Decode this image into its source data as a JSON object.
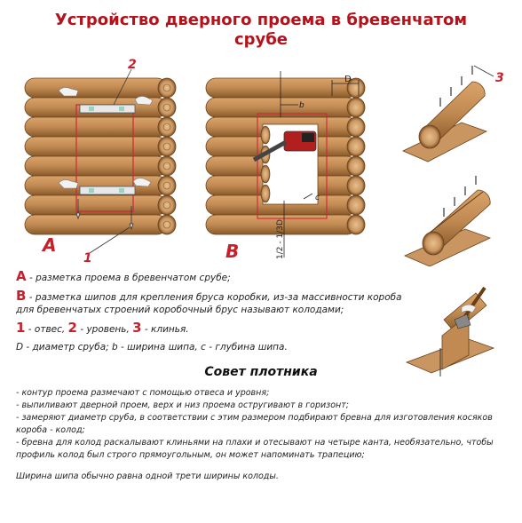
{
  "title": {
    "line1": "Устройство дверного проема в бревенчатом",
    "line2": "срубе"
  },
  "figure_labels": {
    "A": "A",
    "B": "B",
    "n1": "1",
    "n2": "2",
    "n3": "3",
    "D": "D",
    "b": "b",
    "c": "c",
    "dim": "1/2 - 1/3D"
  },
  "legend": {
    "a_letter": "A",
    "a_text": " - разметка проема в бревенчатом срубе;",
    "b_letter": "B",
    "b_text": " - разметка шипов для крепления бруса коробки, из-за массивности короба для бревенчатых строений коробочный брус называют колодами;",
    "n1": "1",
    "n1_text": " - отвес, ",
    "n2": "2",
    "n2_text": " - уровень, ",
    "n3": "3",
    "n3_text": " - клинья.",
    "dims": "D - диаметр сруба;  b - ширина шипа, c - глубина шипа."
  },
  "advice_title": "Совет плотника",
  "advice_items": [
    "- контур проема размечают с помощью отвеса и уровня;",
    "- выпиливают дверной проем, верх и низ проема остругивают в горизонт;",
    "- замеряют диаметр сруба, в соответствии с этим размером подбирают бревна для изготовления косяков короба - колод;",
    "- бревна для колод раскалывают клиньями на плахи и отесывают на четыре канта, необязательно, чтобы профиль колод был строго прямоугольным, он может напоминать трапецию;"
  ],
  "advice_note": "Ширина шипа обычно равна одной трети ширины колоды.",
  "colors": {
    "title_red": "#b5121b",
    "log_fill": "#c08a52",
    "log_dark": "#8a5a2b",
    "log_end": "#d9a86c"
  }
}
